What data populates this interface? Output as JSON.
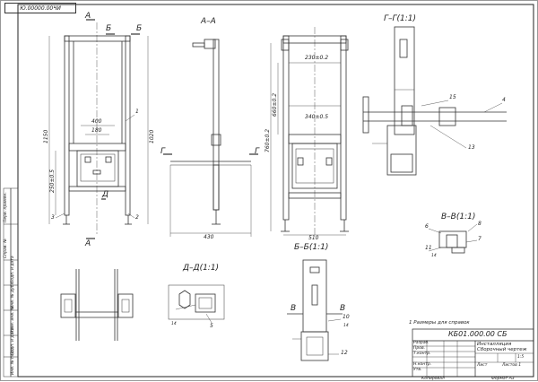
{
  "top_code": "Ю.00000.00ЧИ",
  "section_labels": {
    "aa": "А–А",
    "gg": "Г–Г(1:1)",
    "bb": "Б–Б(1:1)",
    "vv": "В–В(1:1)",
    "dd": "Д–Д(1:1)"
  },
  "cut_letters": {
    "a_top": "А",
    "a_bottom": "А",
    "b_left": "Б",
    "b_right": "Б",
    "g_left": "Г",
    "g_right": "Г",
    "d": "Д",
    "v_left": "В",
    "v_right": "В"
  },
  "dimensions": {
    "overall_height": "1150",
    "inner_height": "1020",
    "width_top": "400",
    "width_inner": "180",
    "height_mid": "250±0.5",
    "depth": "430",
    "section_width_top": "230±0.2",
    "section_width_mid": "340±0.5",
    "section_height_a": "760±0.2",
    "section_height_b": "660±0.2",
    "base_width": "510"
  },
  "leaders": {
    "p1": "1",
    "p2": "2",
    "p3": "3",
    "p4": "4",
    "p5": "5",
    "p6": "6",
    "p7": "7",
    "p8": "8",
    "p10": "10",
    "p11": "11",
    "p12": "12",
    "p13": "13",
    "p15": "15"
  },
  "weld_marks": {
    "w1": "14",
    "w2": "14",
    "w3": "14"
  },
  "notes": {
    "note1": "1 Размеры для справок"
  },
  "title_block": {
    "designation": "КБ01.000.00 СБ",
    "name_line1": "Инсталляция",
    "name_line2": "Сборочный чертеж",
    "scale": "1:5",
    "mass": "",
    "sheet_label": "Лист",
    "sheets_label": "Листов 1",
    "format_label": "Формат А3",
    "copied_label": "Копировал",
    "role_dev": "Разраб.",
    "role_check": "Пров.",
    "role_tcontr": "Т.контр.",
    "role_ncontr": "Н.контр.",
    "role_approve": "Утв."
  },
  "side_strip": {
    "s1": "Перв. примен.",
    "s2": "Справ. №",
    "s3": "Подп. и дата",
    "s4": "Инв. № дубл.",
    "s5": "Взам. инв. №",
    "s6": "Подп. и дата",
    "s7": "Инв. № подл."
  }
}
